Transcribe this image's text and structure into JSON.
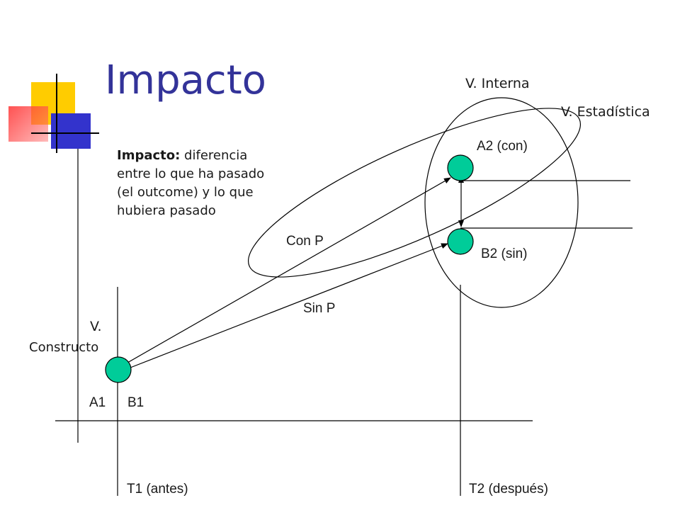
{
  "slide": {
    "title": "Impacto",
    "definition_term": "Impacto:",
    "definition_text": " diferencia\nentre lo que ha pasado\n(el outcome) y lo que\nhubiera pasado"
  },
  "labels": {
    "v_interna": "V. Interna",
    "v_estadistica": "V. Estadística",
    "a2": "A2 (con)",
    "b2": "B2 (sin)",
    "con_p": "Con P",
    "sin_p": "Sin P",
    "v_constructo_line1": "V.",
    "v_constructo_line2": "Constructo",
    "a1": "A1",
    "b1": "B1",
    "t1": "T1 (antes)",
    "t2": "T2 (después)"
  },
  "colors": {
    "title": "#333399",
    "node_fill": "#00CC99",
    "deco_yellow": "#FFCC00",
    "deco_blue": "#3333CC",
    "deco_red": "#FF3333"
  }
}
